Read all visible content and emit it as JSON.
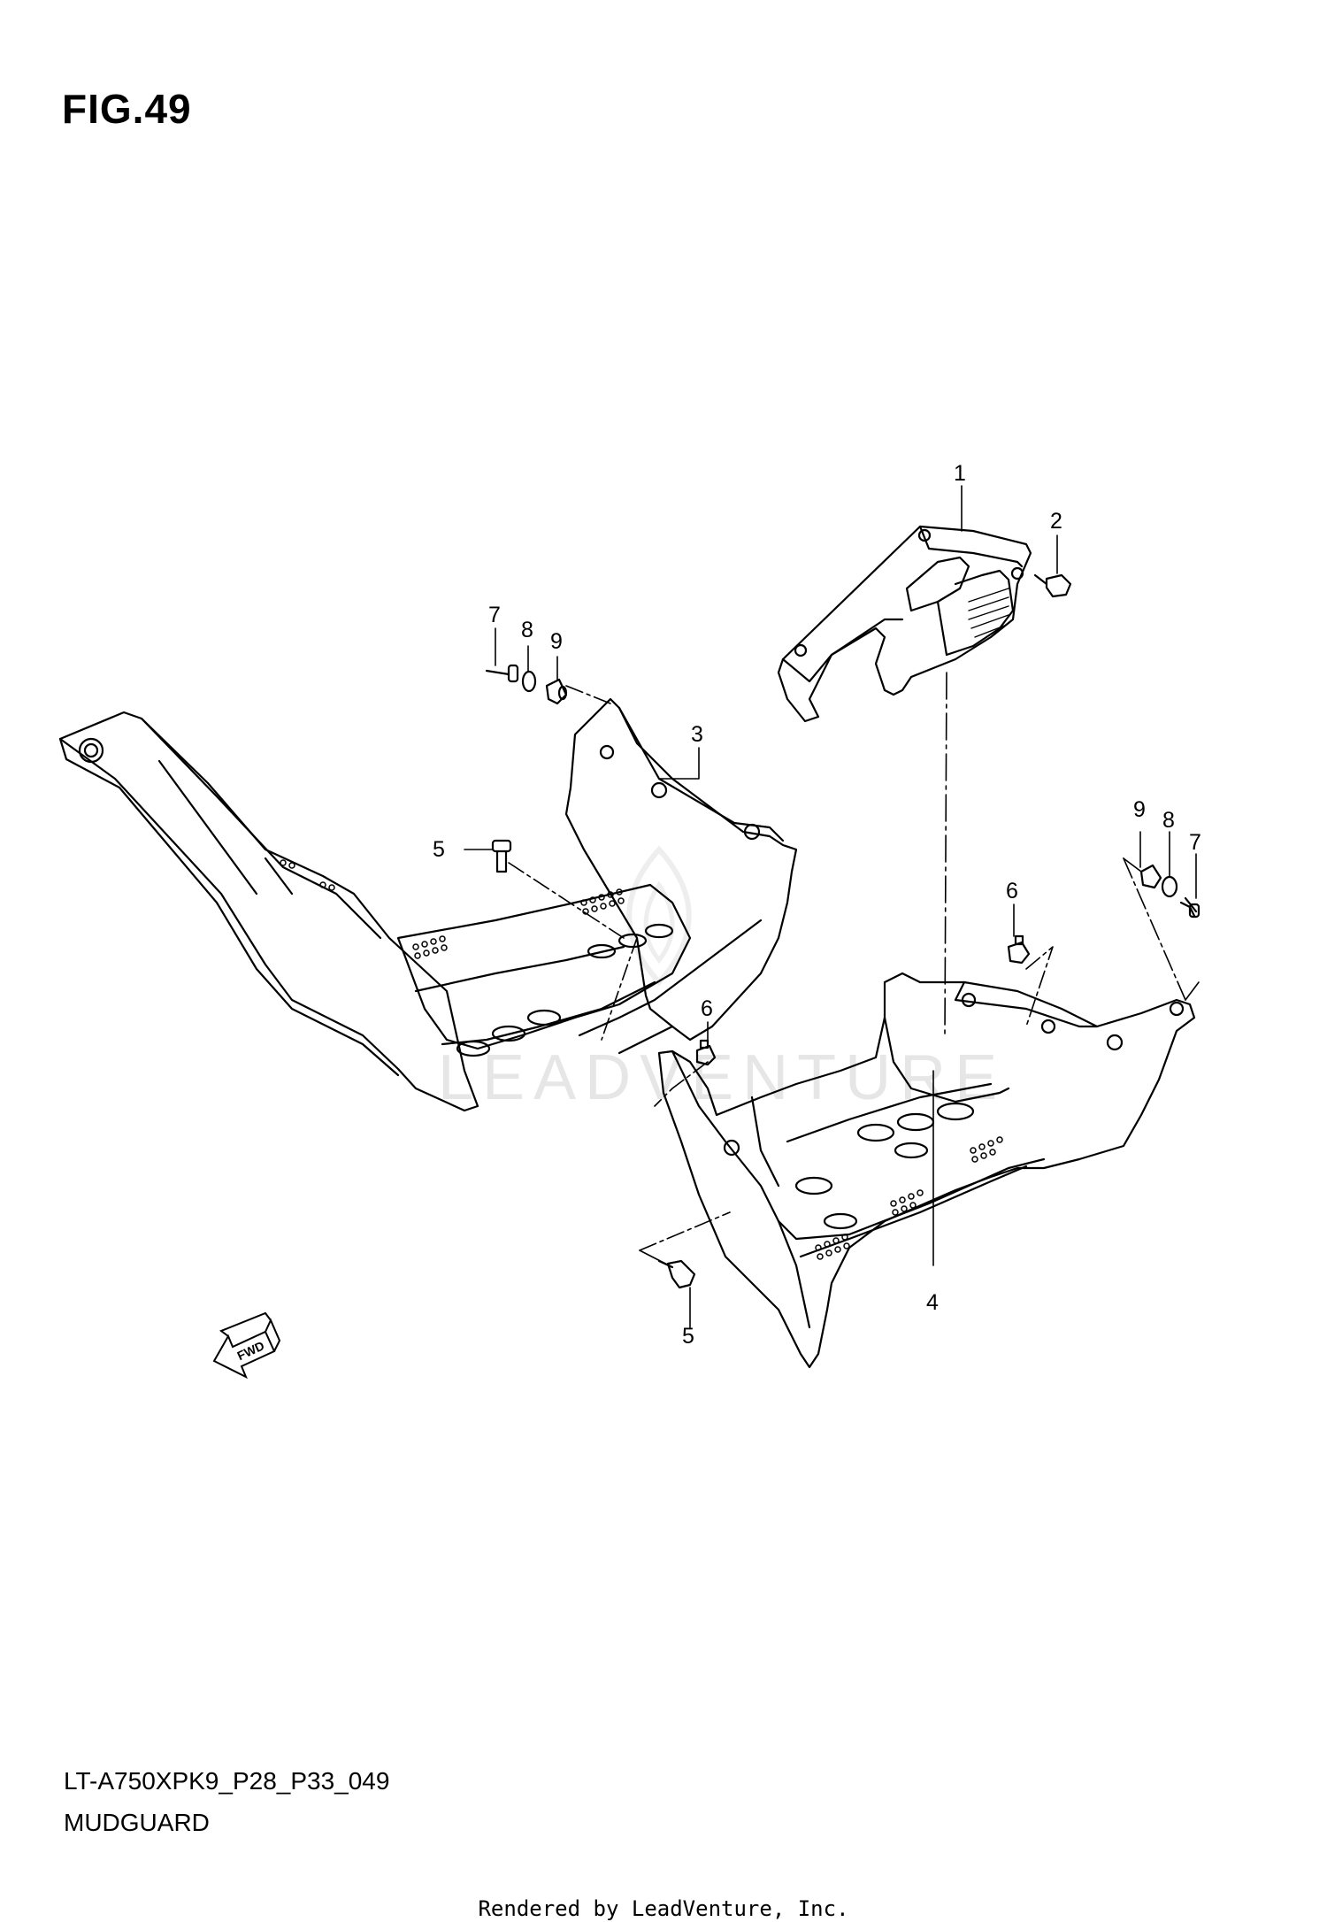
{
  "figure": {
    "title": "FIG.49"
  },
  "callouts": {
    "part_1": "1",
    "part_2": "2",
    "part_3": "3",
    "part_4": "4",
    "part_5_left": "5",
    "part_5_right": "5",
    "part_6_upper": "6",
    "part_6_lower": "6",
    "part_7_left": "7",
    "part_8_left": "8",
    "part_9_left": "9",
    "part_7_right": "7",
    "part_8_right": "8",
    "part_9_right": "9"
  },
  "fwd_label": "FWD",
  "watermark": "LEADVENTURE",
  "footer": {
    "model_code": "LT-A750XPK9_P28_P33_049",
    "section_name": "MUDGUARD",
    "credit": "Rendered by LeadVenture, Inc."
  }
}
